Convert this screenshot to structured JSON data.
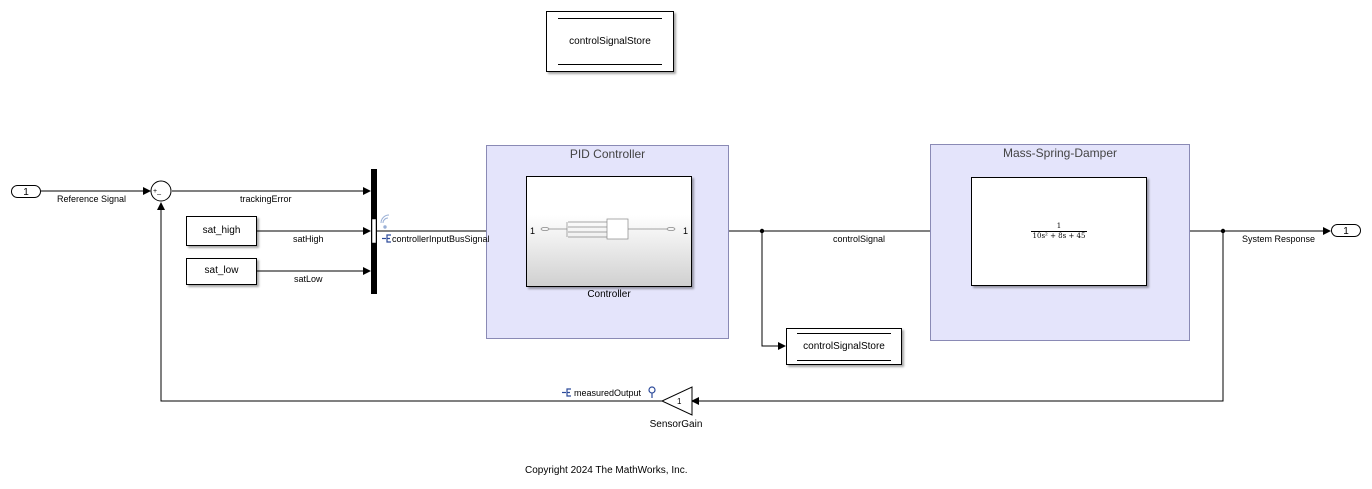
{
  "inports": [
    {
      "number": "1"
    }
  ],
  "outports": [
    {
      "number": "1"
    }
  ],
  "sum_signs": "+_",
  "blocks": {
    "data_store_top": "controlSignalStore",
    "data_store_bottom": "controlSignalStore",
    "sat_high": "sat_high",
    "sat_low": "sat_low",
    "controller": "Controller",
    "controller_in_port": "1",
    "controller_out_port": "1",
    "plant_numerator": "1",
    "plant_denominator": "10s² + 8s + 45",
    "sensor_gain_value": "1",
    "sensor_gain_name": "SensorGain"
  },
  "areas": {
    "pid": "PID Controller",
    "msd": "Mass-Spring-Damper"
  },
  "signals": {
    "reference": "Reference Signal",
    "tracking_error": "trackingError",
    "sat_high": "satHigh",
    "sat_low": "satLow",
    "bus": "controllerInputBusSignal",
    "control": "controlSignal",
    "system_response": "System Response",
    "measured": "measuredOutput"
  },
  "footer": "Copyright 2024 The MathWorks, Inc."
}
